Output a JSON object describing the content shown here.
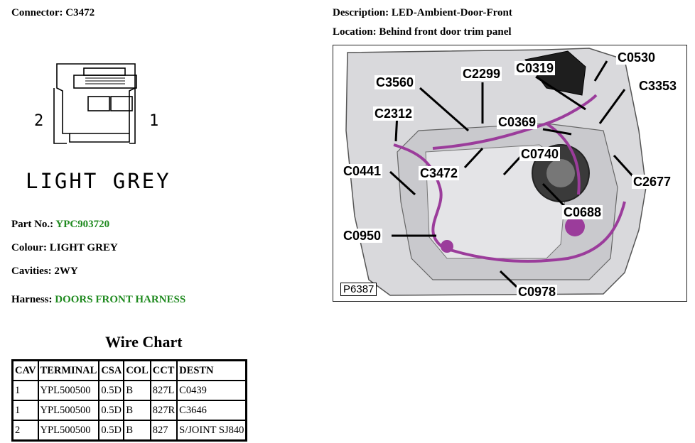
{
  "connector": {
    "label": "Connector: C3472",
    "colour_graphic": "LIGHT GREY",
    "pin_left": "2",
    "pin_right": "1"
  },
  "details": {
    "part_no_label": "Part No.:",
    "part_no_value": "YPC903720",
    "colour": "Colour: LIGHT GREY",
    "cavities": "Cavities: 2WY",
    "harness_label": "Harness:",
    "harness_value": "DOORS FRONT HARNESS"
  },
  "header": {
    "description": "Description: LED-Ambient-Door-Front",
    "location": "Location: Behind front door trim panel"
  },
  "diagram": {
    "ref": "P6387",
    "callouts": [
      "C0530",
      "C0319",
      "C2299",
      "C3560",
      "C3353",
      "C2312",
      "C0369",
      "C0740",
      "C0441",
      "C3472",
      "C2677",
      "C0688",
      "C0950",
      "C0978"
    ],
    "harness_color": "#9b3c9b"
  },
  "wire_chart": {
    "title": "Wire Chart",
    "columns": [
      "CAV",
      "TERMINAL",
      "CSA",
      "COL",
      "CCT",
      "DESTN"
    ],
    "rows": [
      [
        "1",
        "YPL500500",
        "0.5D",
        "B",
        "827L",
        "C0439"
      ],
      [
        "1",
        "YPL500500",
        "0.5D",
        "B",
        "827R",
        "C3646"
      ],
      [
        "2",
        "YPL500500",
        "0.5D",
        "B",
        "827",
        "S/JOINT SJ840"
      ]
    ]
  },
  "colors": {
    "link_green": "#1f8a1f"
  }
}
